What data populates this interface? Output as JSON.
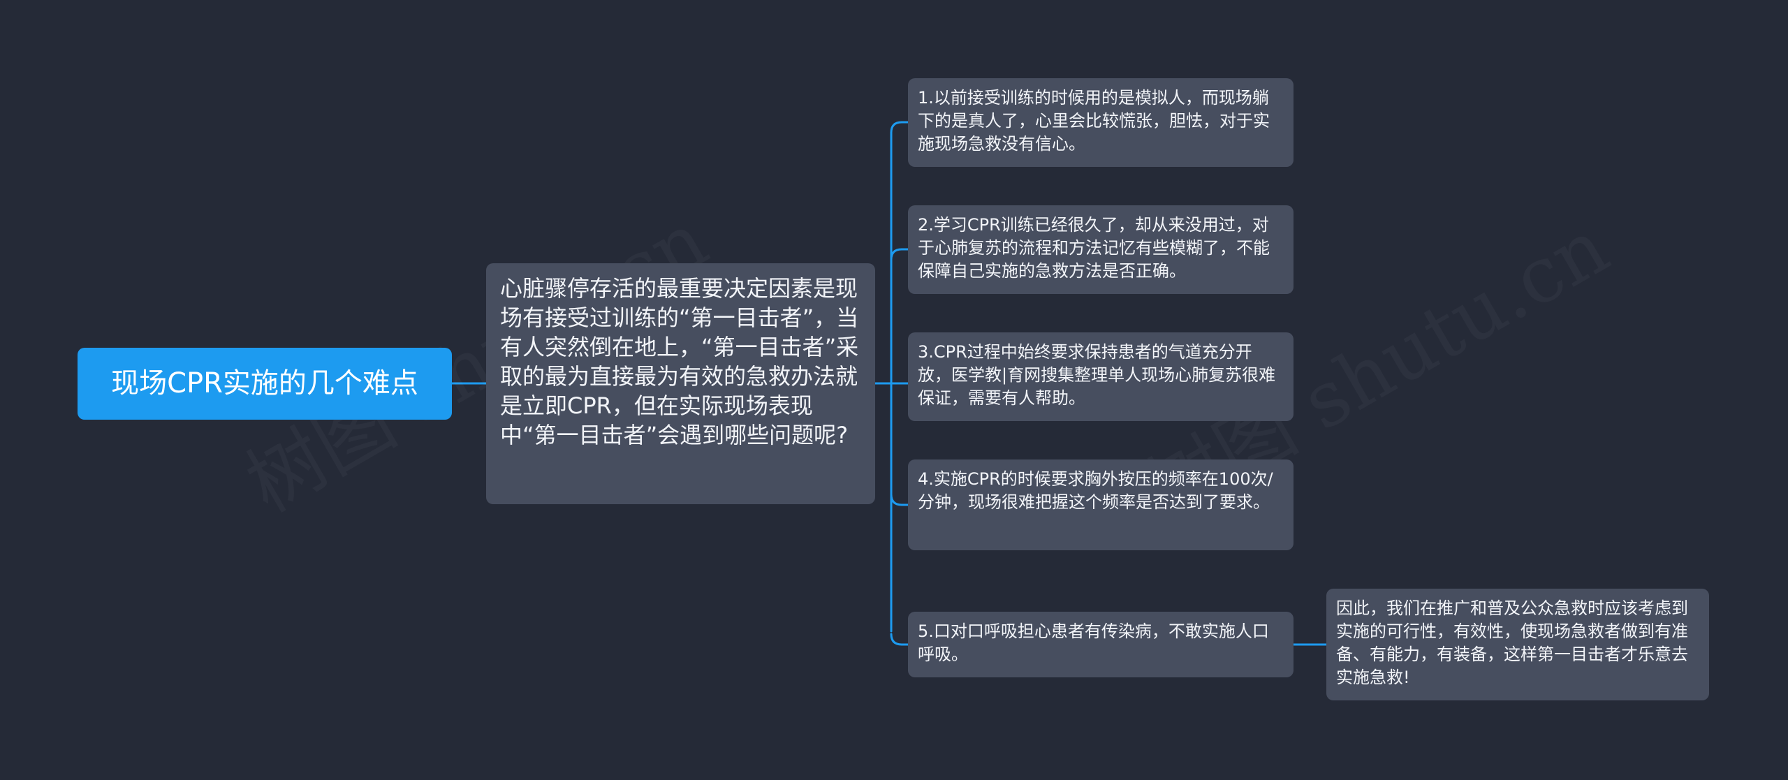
{
  "root": {
    "label": "现场CPR实施的几个难点"
  },
  "main_node": {
    "text": "心脏骤停存活的最重要决定因素是现场有接受过训练的“第一目击者”，当有人突然倒在地上，“第一目击者”采取的最为直接最为有效的急救办法就是立即CPR，但在实际现场表现中“第一目击者”会遇到哪些问题呢?"
  },
  "branches": [
    {
      "text": "1.以前接受训练的时候用的是模拟人，而现场躺下的是真人了，心里会比较慌张，胆怯，对于实施现场急救没有信心。"
    },
    {
      "text": "2.学习CPR训练已经很久了，却从来没用过，对于心肺复苏的流程和方法记忆有些模糊了，不能保障自己实施的急救方法是否正确。"
    },
    {
      "text": "3.CPR过程中始终要求保持患者的气道充分开放，医学教|育网搜集整理单人现场心肺复苏很难保证，需要有人帮助。"
    },
    {
      "text": "4.实施CPR的时候要求胸外按压的频率在100次/分钟，现场很难把握这个频率是否达到了要求。"
    },
    {
      "text": "5.口对口呼吸担心患者有传染病，不敢实施人口呼吸。"
    }
  ],
  "conclusion": {
    "text": "因此，我们在推广和普及公众急救时应该考虑到实施的可行性，有效性，使现场急救者做到有准备、有能力，有装备，这样第一目击者才乐意去实施急救!"
  },
  "colors": {
    "background": "#252a37",
    "root_fill": "#1d9bf0",
    "node_fill": "#474e5f",
    "connector": "#1d9bf0",
    "text": "#f2f4f8"
  }
}
